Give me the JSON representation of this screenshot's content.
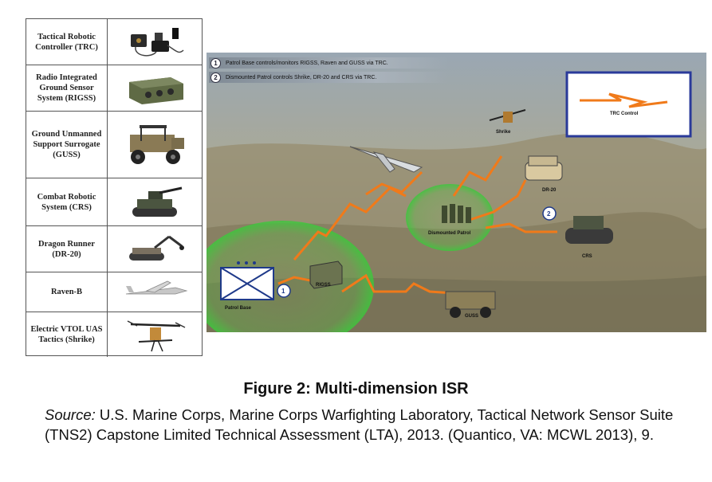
{
  "table": {
    "rows": [
      {
        "label": "Tactical Robotic Controller (TRC)",
        "icon": "controller-icon"
      },
      {
        "label": "Radio Integrated Ground Sensor System (RIGSS)",
        "icon": "sensor-box-icon"
      },
      {
        "label": "Ground Unmanned Support Surrogate (GUSS)",
        "icon": "utility-vehicle-icon"
      },
      {
        "label": "Combat Robotic System (CRS)",
        "icon": "armed-robot-icon"
      },
      {
        "label": "Dragon Runner (DR-20)",
        "icon": "tracked-robot-icon"
      },
      {
        "label": "Raven-B",
        "icon": "uav-icon"
      },
      {
        "label": "Electric VTOL UAS Tactics (Shrike)",
        "icon": "vtol-drone-icon"
      }
    ]
  },
  "scene": {
    "legend": [
      {
        "num": "1",
        "text": "Patrol Base controls/monitors RIGSS, Raven and GUSS via TRC."
      },
      {
        "num": "2",
        "text": "Dismounted Patrol controls Shrike, DR-20 and CRS via TRC."
      }
    ],
    "inset_label": "TRC Control",
    "labels": {
      "shrike": "Shrike",
      "dr20": "DR-20",
      "dismounted": "Dismounted Patrol",
      "crs": "CRS",
      "rigss": "RIGSS",
      "guss": "GUSS",
      "patrol_base": "Patrol Base",
      "marker1": "1",
      "marker2": "2"
    }
  },
  "caption": {
    "title": "Figure 2: Multi-dimension ISR",
    "source_prefix": "Source:",
    "source_text": " U.S. Marine Corps, Marine Corps Warfighting Laboratory, Tactical Network Sensor Suite (TNS2) Capstone Limited Technical Assessment (LTA), 2013. (Quantico, VA: MCWL 2013), 9."
  }
}
